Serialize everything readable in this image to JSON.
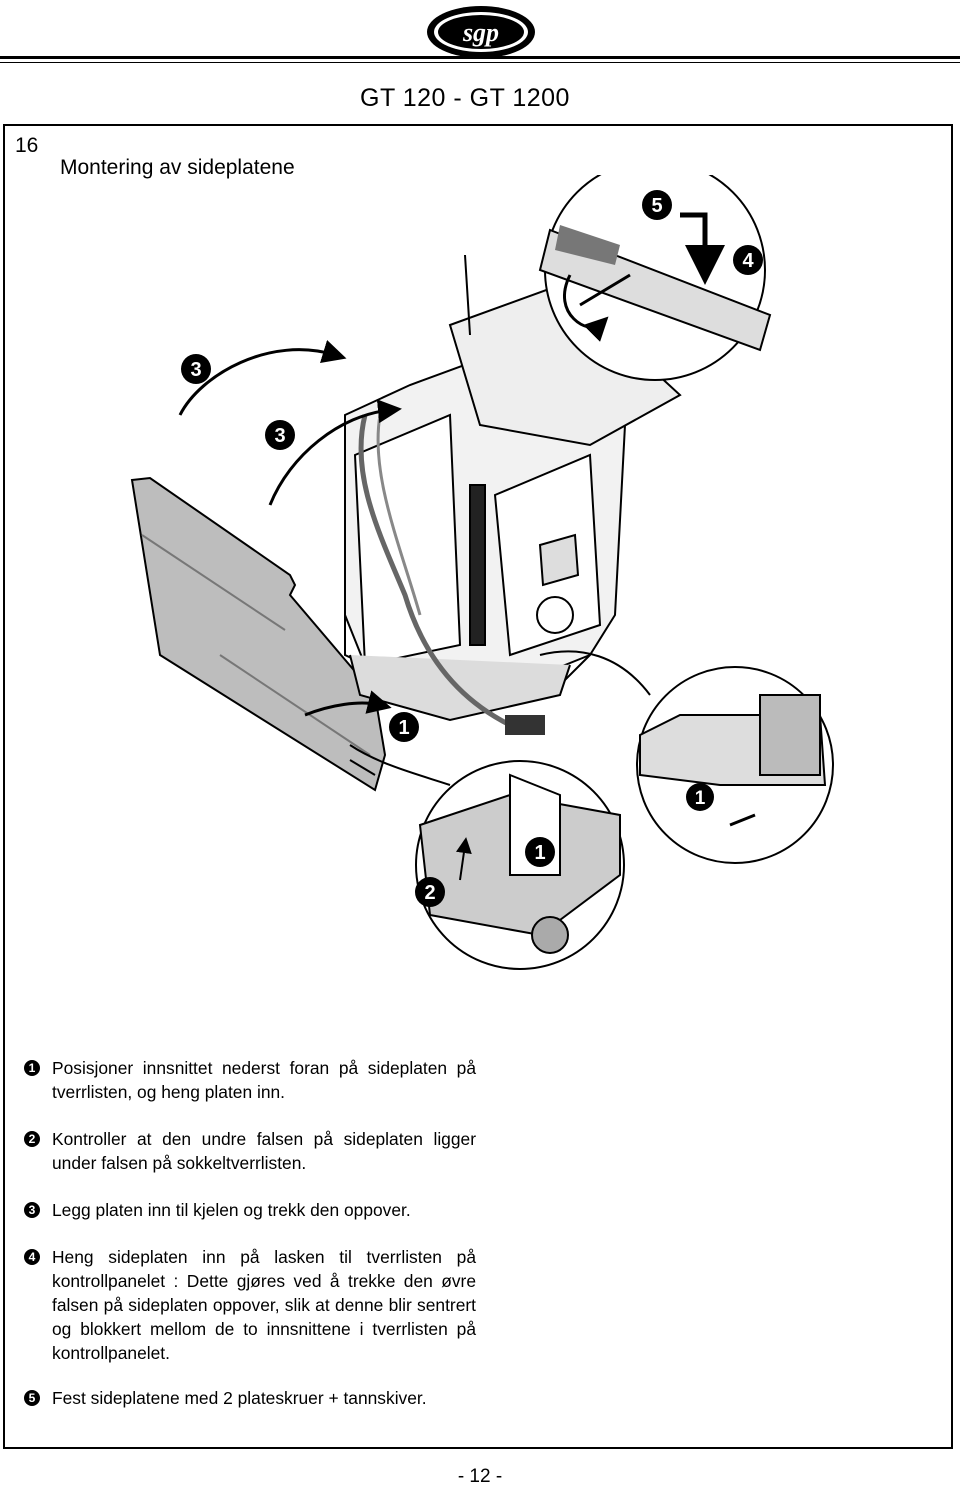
{
  "header": {
    "logo_text": "SGP",
    "model": "GT 120 - GT 1200"
  },
  "section": {
    "number": "16",
    "title": "Montering av sideplatene"
  },
  "figure": {
    "callouts": [
      "1",
      "2",
      "3",
      "4",
      "5"
    ]
  },
  "steps": [
    {
      "number": "1",
      "text": "Posisjoner innsnittet nederst foran på sideplaten på tverrlisten, og heng platen inn."
    },
    {
      "number": "2",
      "text": "Kontroller at den undre falsen på sideplaten ligger under falsen på sokkeltverrlisten."
    },
    {
      "number": "3",
      "text": "Legg platen inn til kjelen og trekk den oppover."
    },
    {
      "number": "4",
      "text": "Heng sideplaten inn på lasken til tverrlisten på kontrollpanelet : Dette gjøres ved å trekke den øvre falsen på sideplaten oppover, slik at denne blir sentrert og blokkert mellom de to innsnittene i tverrlisten på kontrollpanelet."
    },
    {
      "number": "5",
      "text": "Fest sideplatene  med 2 plateskruer + tannskiver."
    }
  ],
  "footer": {
    "page": "- 12 -"
  }
}
